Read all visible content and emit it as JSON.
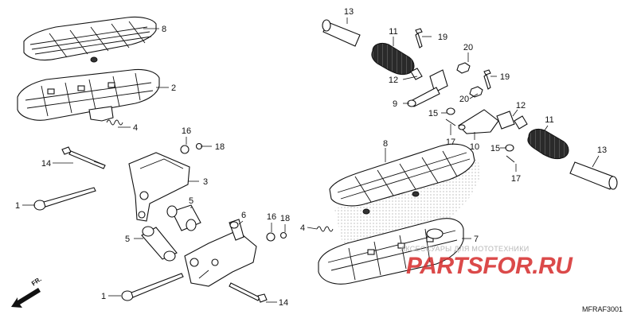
{
  "callouts": [
    {
      "id": "c13a",
      "text": "13"
    },
    {
      "id": "c11a",
      "text": "11"
    },
    {
      "id": "c19a",
      "text": "19"
    },
    {
      "id": "c20a",
      "text": "20"
    },
    {
      "id": "c12a",
      "text": "12"
    },
    {
      "id": "c19b",
      "text": "19"
    },
    {
      "id": "c20b",
      "text": "20"
    },
    {
      "id": "c9",
      "text": "9"
    },
    {
      "id": "c15a",
      "text": "15"
    },
    {
      "id": "c17a",
      "text": "17"
    },
    {
      "id": "c12b",
      "text": "12"
    },
    {
      "id": "c11b",
      "text": "11"
    },
    {
      "id": "c10",
      "text": "10"
    },
    {
      "id": "c15b",
      "text": "15"
    },
    {
      "id": "c13b",
      "text": "13"
    },
    {
      "id": "c17b",
      "text": "17"
    },
    {
      "id": "c8a",
      "text": "8"
    },
    {
      "id": "c2",
      "text": "2"
    },
    {
      "id": "c4a",
      "text": "4"
    },
    {
      "id": "c16a",
      "text": "16"
    },
    {
      "id": "c18a",
      "text": "18"
    },
    {
      "id": "c14a",
      "text": "14"
    },
    {
      "id": "c3",
      "text": "3"
    },
    {
      "id": "c1a",
      "text": "1"
    },
    {
      "id": "c5a",
      "text": "5"
    },
    {
      "id": "c8b",
      "text": "8"
    },
    {
      "id": "c6",
      "text": "6"
    },
    {
      "id": "c16b",
      "text": "16"
    },
    {
      "id": "c18b",
      "text": "18"
    },
    {
      "id": "c4b",
      "text": "4"
    },
    {
      "id": "c5b",
      "text": "5"
    },
    {
      "id": "c7",
      "text": "7"
    },
    {
      "id": "c1b",
      "text": "1"
    },
    {
      "id": "c14b",
      "text": "14"
    }
  ],
  "direction_marker": {
    "text": "FR.",
    "icon": "front-direction-arrow-icon"
  },
  "diagram_code": "MFRAF3001",
  "watermark": {
    "tagline": "АКСЕССУАРЫ ДЛЯ МОТОТЕХНИКИ",
    "logo": "PARTSFOR.RU",
    "color": "#d52b2b"
  }
}
